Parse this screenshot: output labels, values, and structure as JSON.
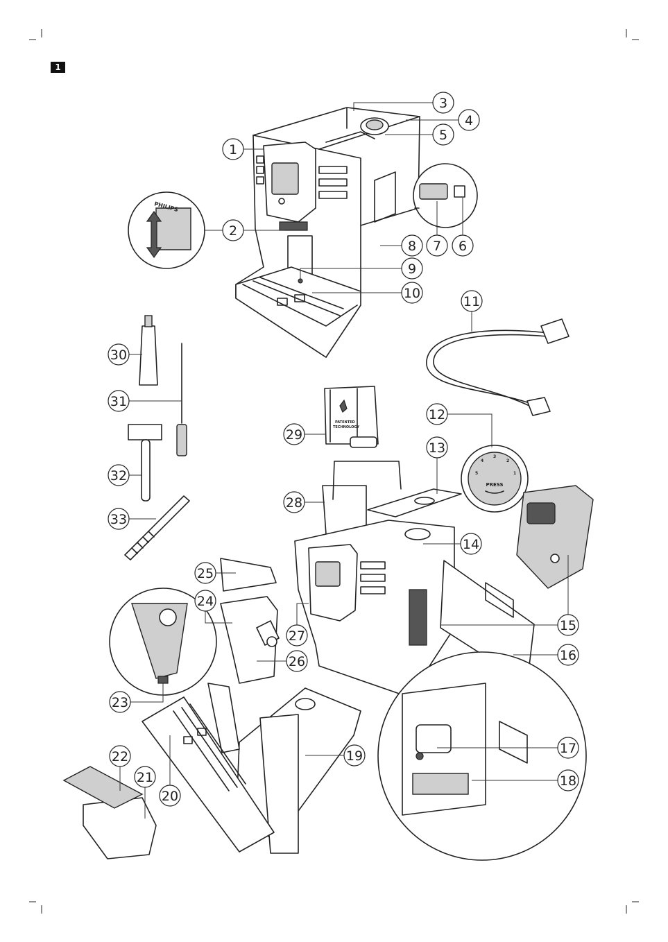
{
  "figure_label": "1",
  "callouts": [
    "1",
    "2",
    "3",
    "4",
    "5",
    "6",
    "7",
    "8",
    "9",
    "10",
    "11",
    "12",
    "13",
    "14",
    "15",
    "16",
    "17",
    "18",
    "19",
    "20",
    "21",
    "22",
    "23",
    "24",
    "25",
    "26",
    "27",
    "28",
    "29",
    "30",
    "31",
    "32",
    "33"
  ],
  "product_text": {
    "brand": "PHILIPS",
    "filter_text_1": "PATENTED",
    "filter_text_2": "TECHNOLOGY",
    "knob_label": "PRESS",
    "knob_numbers": [
      "1",
      "2",
      "3",
      "4",
      "5"
    ]
  }
}
